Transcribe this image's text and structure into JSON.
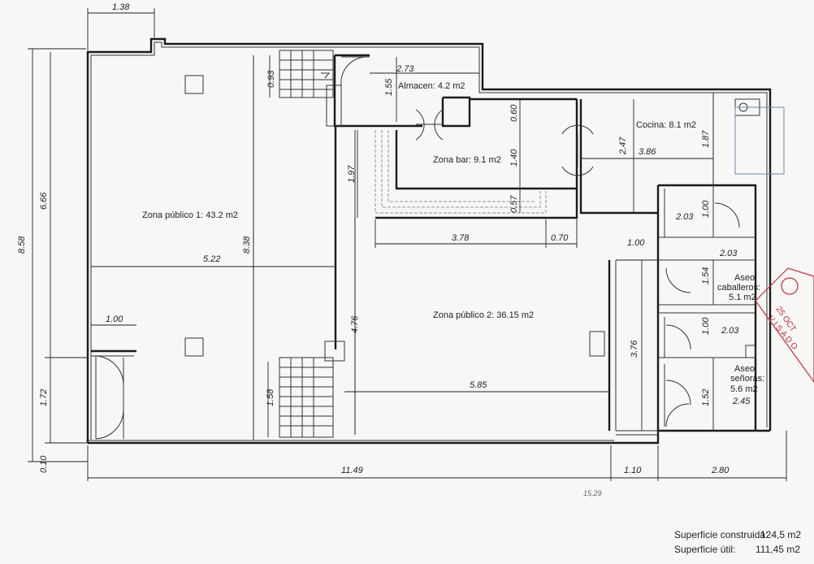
{
  "rooms": {
    "publico1": "Zona público 1:  43.2 m2",
    "publico2": "Zona público 2:  36.15 m2",
    "almacen": "Almacen: 4.2 m2",
    "bar": "Zona bar: 9.1 m2",
    "cocina": "Cocina: 8.1 m2",
    "caballeros_line1": "Aseo",
    "caballeros_line2": "caballeros:",
    "caballeros_line3": "5.1 m2",
    "senoras_line1": "Aseo",
    "senoras_line2": "señoras:",
    "senoras_line3": "5.6 m2"
  },
  "dimensions": {
    "d_1_38": "1.38",
    "d_8_58": "8.58",
    "d_6_66": "6.66",
    "d_1_72": "1.72",
    "d_0_10": "0.10",
    "d_0_93": "0.93",
    "d_2_73": "2.73",
    "d_1_55": "1.55",
    "d_0_60": "0.60",
    "d_1_40": "1.40",
    "d_0_57": "0.57",
    "d_1_97": "1.97",
    "d_8_38": "8.38",
    "d_5_22": "5.22",
    "d_1_00_a": "1.00",
    "d_4_76": "4.76",
    "d_1_58": "1.58",
    "d_3_78": "3.78",
    "d_0_70": "0.70",
    "d_2_47": "2.47",
    "d_3_86": "3.86",
    "d_1_87": "1.87",
    "d_2_03_a": "2.03",
    "d_1_00_b": "1.00",
    "d_1_00_c": "1.00",
    "d_2_03_b": "2.03",
    "d_1_54": "1.54",
    "d_3_76": "3.76",
    "d_1_00_d": "1.00",
    "d_2_03_c": "2.03",
    "d_5_85": "5.85",
    "d_1_52": "1.52",
    "d_2_45": "2.45",
    "d_11_49": "11.49",
    "d_1_10": "1.10",
    "d_2_80": "2.80"
  },
  "handwritten_note": "15,29",
  "summary": {
    "construida_label": "Superficie construida:",
    "construida_value": "124,5 m2",
    "util_label": "Superficie útil:",
    "util_value": "111,45  m2"
  },
  "stamp": {
    "date_text": "25 OCT",
    "visado_text": "V I S A D O"
  },
  "colors": {
    "line": "#1b1b1b",
    "stamp_red": "#c82a3a",
    "stamp_blue": "#6f86b8",
    "paper": "#f7f7f5"
  }
}
